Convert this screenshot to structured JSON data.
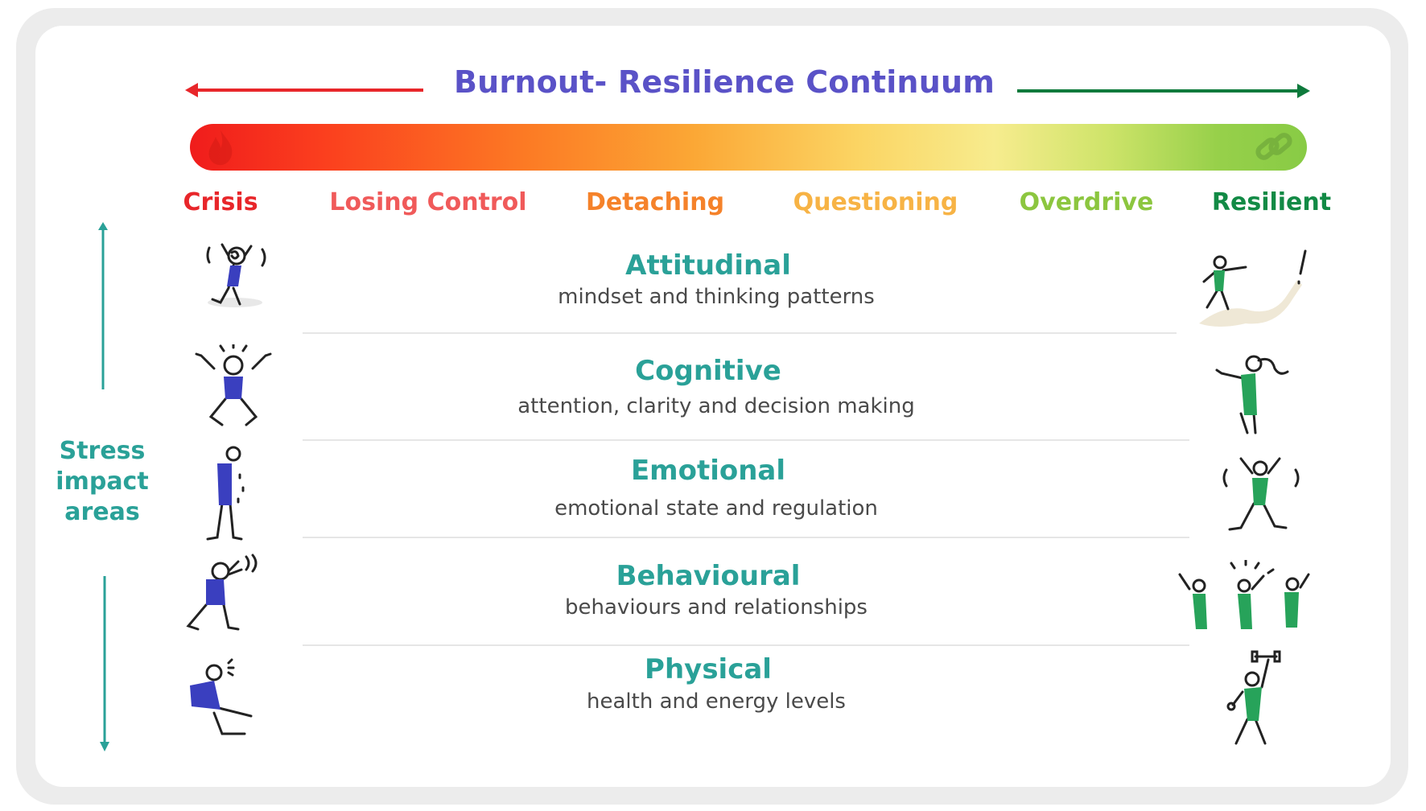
{
  "title": "Burnout- Resilience Continuum",
  "colors": {
    "title": "#5a52c7",
    "left_arrow": "#e8262a",
    "right_arrow": "#0e7a3c",
    "teal": "#2aa198",
    "crisis_figure": "#3a3fbf",
    "resilient_figure": "#27a35a"
  },
  "stages": [
    {
      "label": "Crisis",
      "color": "#e8262a"
    },
    {
      "label": "Losing Control",
      "color": "#f05a5a"
    },
    {
      "label": "Detaching",
      "color": "#f5822a"
    },
    {
      "label": "Questioning",
      "color": "#f7b345"
    },
    {
      "label": "Overdrive",
      "color": "#8cc63f"
    },
    {
      "label": "Resilient",
      "color": "#128a45"
    }
  ],
  "bar_icons": {
    "left": "flame-icon",
    "right": "chain-link-icon"
  },
  "side_label": {
    "line1": "Stress",
    "line2": "impact",
    "line3": "areas"
  },
  "areas": [
    {
      "title": "Attitudinal",
      "description": "mindset and thinking patterns",
      "crisis_icon": "confused-figure-icon",
      "resilient_icon": "pointing-path-figure-icon"
    },
    {
      "title": "Cognitive",
      "description": "attention, clarity and decision making",
      "crisis_icon": "shouting-figure-icon",
      "resilient_icon": "idea-figure-icon"
    },
    {
      "title": "Emotional",
      "description": "emotional state and regulation",
      "crisis_icon": "crying-figure-icon",
      "resilient_icon": "dancing-figure-icon"
    },
    {
      "title": "Behavioural",
      "description": "behaviours and relationships",
      "crisis_icon": "cowering-figure-icon",
      "resilient_icon": "celebrating-group-icon"
    },
    {
      "title": "Physical",
      "description": "health and energy levels",
      "crisis_icon": "exhausted-figure-icon",
      "resilient_icon": "weightlifting-figure-icon"
    }
  ]
}
